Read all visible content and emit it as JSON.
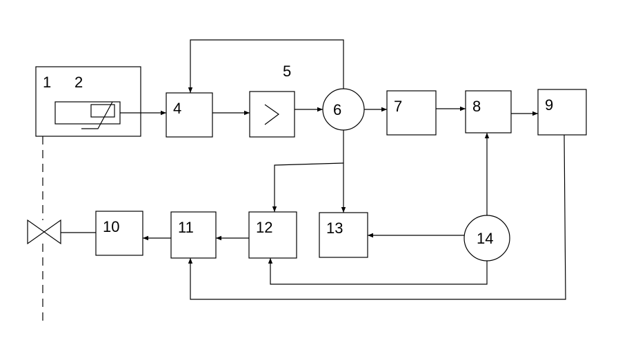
{
  "labels": {
    "n1": "1",
    "n2": "2",
    "n4": "4",
    "n5": "5",
    "n6": "6",
    "n7": "7",
    "n8": "8",
    "n9": "9",
    "n10": "10",
    "n11": "11",
    "n12": "12",
    "n13": "13",
    "n14": "14"
  },
  "colors": {
    "line": "#000000",
    "background": "#ffffff"
  }
}
